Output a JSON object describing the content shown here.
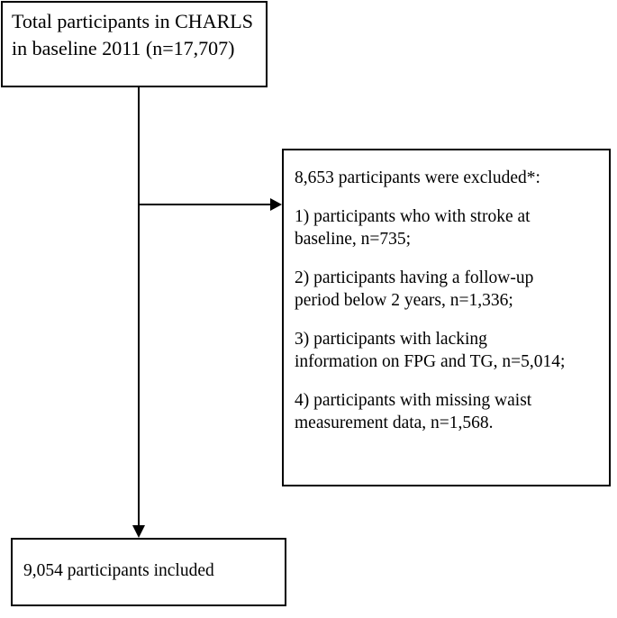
{
  "flow": {
    "top_box": {
      "lines": [
        "Total participants in CHARLS",
        "in baseline 2011 (n=17,707)"
      ]
    },
    "excluded_box": {
      "heading": "8,653 participants were excluded*:",
      "items": [
        [
          "1) participants who with stroke at",
          "baseline, n=735;"
        ],
        [
          "2) participants having a follow-up",
          "period below 2 years, n=1,336;"
        ],
        [
          "3) participants with lacking",
          "information on FPG and TG, n=5,014;"
        ],
        [
          "4) participants with missing waist",
          "measurement data, n=1,568."
        ]
      ]
    },
    "bottom_box": {
      "text": "9,054 participants included"
    }
  }
}
